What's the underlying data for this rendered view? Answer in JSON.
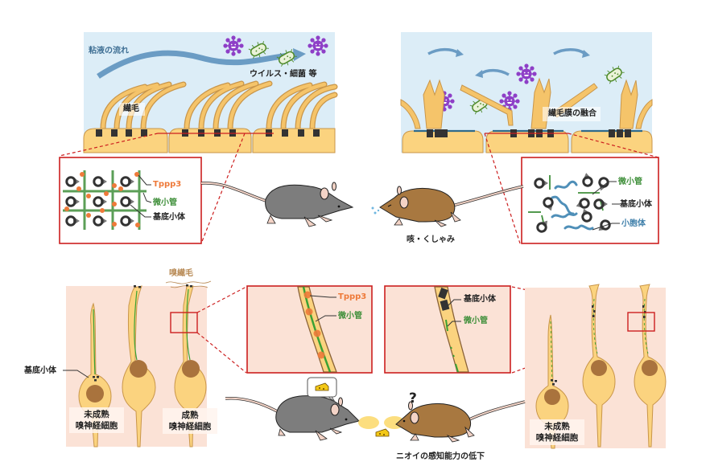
{
  "figure": {
    "top_left_panel": {
      "mucus_flow_label": "粘液の流れ",
      "pathogen_label": "ウイルス・細菌 等",
      "cilia_label": "繊毛"
    },
    "top_right_panel": {
      "fusion_label": "繊毛膜の融合"
    },
    "inset_normal": {
      "tppp3_label": "Tppp3",
      "microtubule_label": "微小管",
      "basal_body_label": "基底小体"
    },
    "inset_knockout": {
      "microtubule_label": "微小管",
      "basal_body_label": "基底小体",
      "vesicle_label": "小胞体"
    },
    "mice_top": {
      "sneeze_label": "咳・くしゃみ"
    },
    "bottom_left_panel": {
      "olfactory_cilia_label": "嗅繊毛",
      "basal_body_label": "基底小体",
      "immature_label_line1": "未成熟",
      "immature_label_line2": "嗅神経細胞",
      "mature_label_line1": "成熟",
      "mature_label_line2": "嗅神経細胞"
    },
    "zoom_normal": {
      "tppp3_label": "Tppp3",
      "microtubule_label": "微小管"
    },
    "zoom_knockout": {
      "basal_body_label": "基底小体",
      "microtubule_label": "微小管"
    },
    "bottom_right_panel": {
      "immature_label_line1": "未成熟",
      "immature_label_line2": "嗅神経細胞"
    },
    "mice_bottom": {
      "smell_loss_label": "ニオイの感知能力の低下",
      "question_mark": "?"
    },
    "colors": {
      "airway_bg": "#dcedf7",
      "cell_fill": "#fbd37f",
      "cell_stroke": "#c9964a",
      "cilia": "#f5c46a",
      "basal_body": "#333333",
      "mucus_arrow": "#6b9cc4",
      "virus": "#8e3fc7",
      "bacteria": "#4e8a2a",
      "tppp3": "#ee7a3a",
      "microtubule": "#3f8f3a",
      "vesicle": "#4f8fb8",
      "inset_border": "#cc1f1f",
      "olf_bg": "#fbe2d6",
      "nucleus": "#a9733d",
      "grey_mouse": "#7d7d7d",
      "brown_mouse": "#a87840",
      "cilia_label_color": "#b88a55"
    }
  }
}
